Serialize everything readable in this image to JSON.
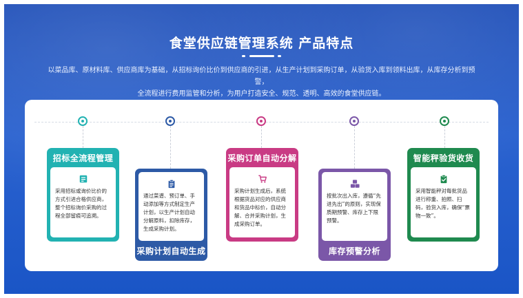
{
  "page": {
    "title": "食堂供应链管理系统  产品特点",
    "intro_line1": "以菜品库、原材料库、供应商库为基础，从招标询价比价到供应商的引进，从生产计划到采购订单，从验货入库到领料出库，从库存分析到预警，",
    "intro_line2": "全流程进行费用监管和分析，为用户打造安全、规范、透明、高效的食堂供应链。"
  },
  "features": [
    {
      "title": "招标全流程管理",
      "text": "采用招标或询价比价的方式引进合格供应商，整个招标询价采购的过程全部留痕可追溯。",
      "color": "#22b2b2",
      "icon": "document-icon"
    },
    {
      "title": "采购计划自动生成",
      "text": "通过菜谱、预订单、手动添加等方式制定生产计划，以生产计划自动分解原料，扣除库存，生成采购计划。",
      "color": "#2d5aa6",
      "icon": "clipboard-icon"
    },
    {
      "title": "采购订单自动分解",
      "text": "采购计划生成后，系统根据货品对应的供应商和货品中标价，自动分解、合并采购计划，生成采购订单。",
      "color": "#c93b84",
      "icon": "cart-icon"
    },
    {
      "title": "库存预警分析",
      "text": "按批次出入库，遵循“先进先出”的原则，实现保质期预警、库存上下限预警。",
      "color": "#7b57a8",
      "icon": "boxes-icon"
    },
    {
      "title": "智能秤验货收货",
      "text": "采用智能秤对每批货品进行称重、拍照、扫码，验货入库，确保“票物一致”。",
      "color": "#1f8a4f",
      "icon": "check-clipboard-icon"
    }
  ]
}
